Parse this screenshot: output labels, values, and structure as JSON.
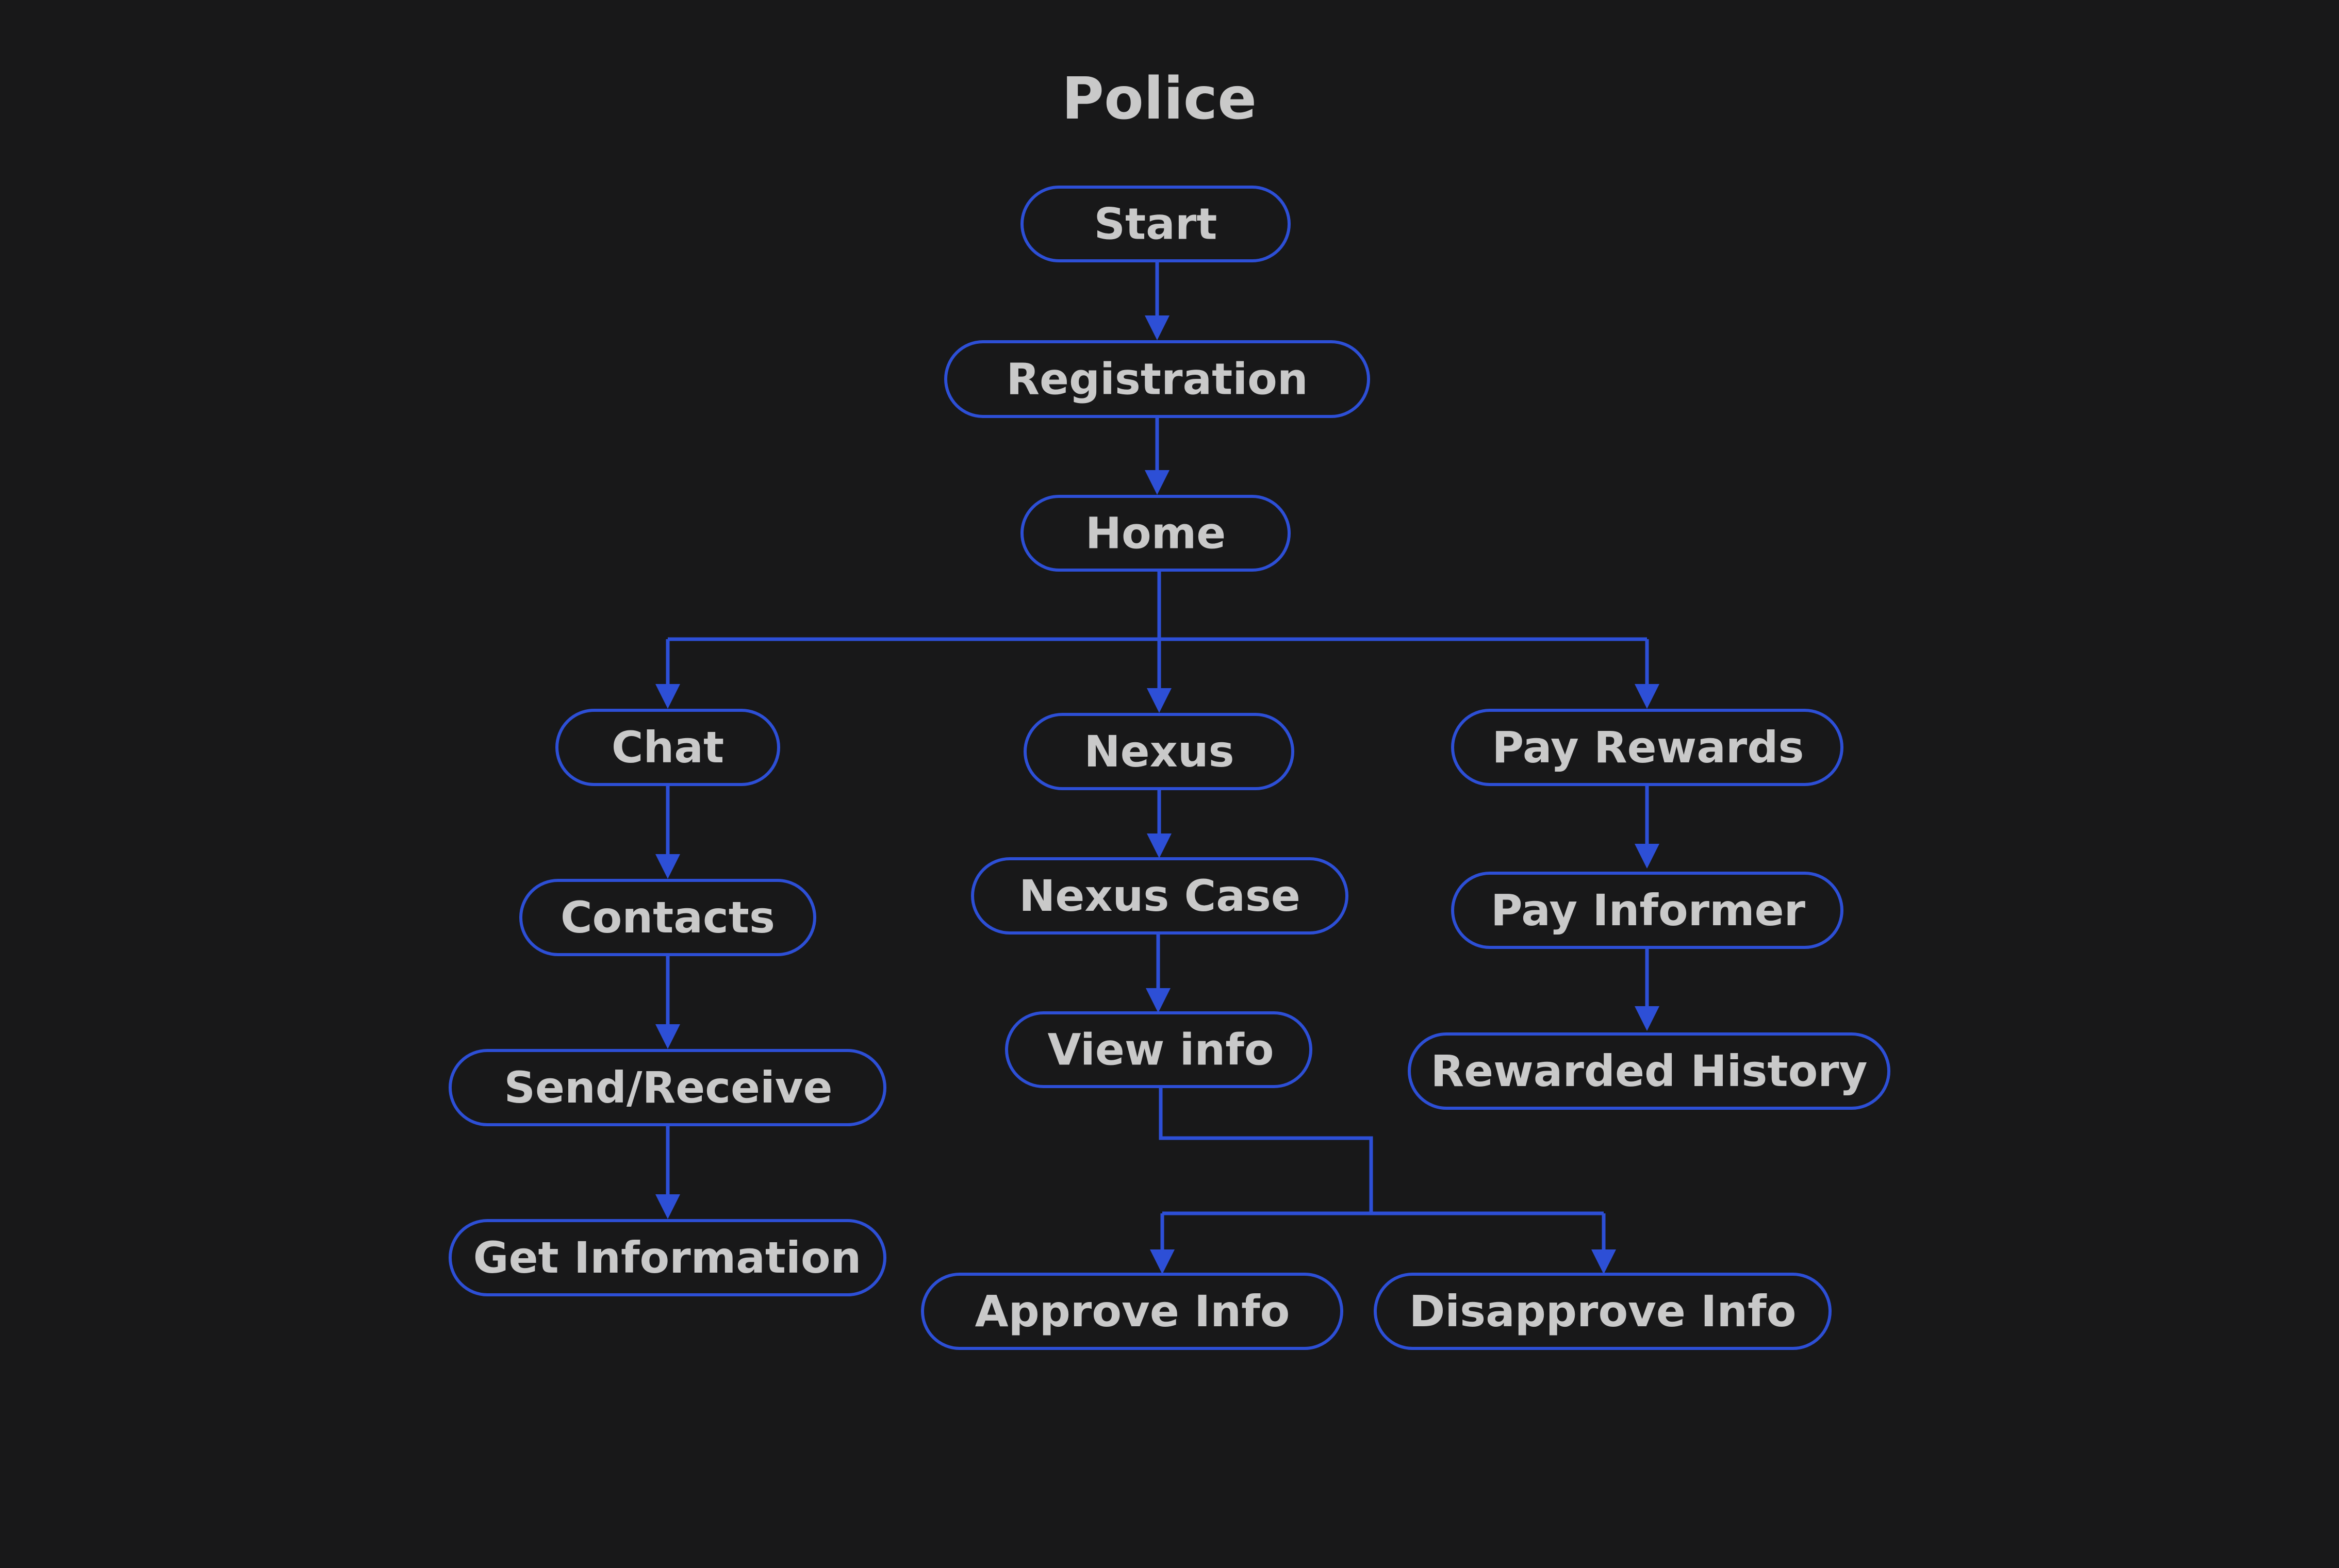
{
  "title": "Police",
  "colors": {
    "background": "#181819",
    "accent": "#2d4fd6",
    "text": "#c9c9c9"
  },
  "nodes": {
    "start": "Start",
    "registration": "Registration",
    "home": "Home",
    "chat": "Chat",
    "contacts": "Contacts",
    "send_receive": "Send/Receive",
    "get_information": "Get Information",
    "nexus": "Nexus",
    "nexus_case": "Nexus Case",
    "view_info": "View info",
    "approve_info": "Approve Info",
    "disapprove_info": "Disapprove Info",
    "pay_rewards": "Pay Rewards",
    "pay_informer": "Pay Informer",
    "rewarded_history": "Rewarded History"
  },
  "edges": [
    {
      "from": "start",
      "to": "registration"
    },
    {
      "from": "registration",
      "to": "home"
    },
    {
      "from": "home",
      "to": "chat"
    },
    {
      "from": "home",
      "to": "nexus"
    },
    {
      "from": "home",
      "to": "pay_rewards"
    },
    {
      "from": "chat",
      "to": "contacts"
    },
    {
      "from": "contacts",
      "to": "send_receive"
    },
    {
      "from": "send_receive",
      "to": "get_information"
    },
    {
      "from": "nexus",
      "to": "nexus_case"
    },
    {
      "from": "nexus_case",
      "to": "view_info"
    },
    {
      "from": "view_info",
      "to": "approve_info"
    },
    {
      "from": "view_info",
      "to": "disapprove_info"
    },
    {
      "from": "pay_rewards",
      "to": "pay_informer"
    },
    {
      "from": "pay_informer",
      "to": "rewarded_history"
    }
  ]
}
